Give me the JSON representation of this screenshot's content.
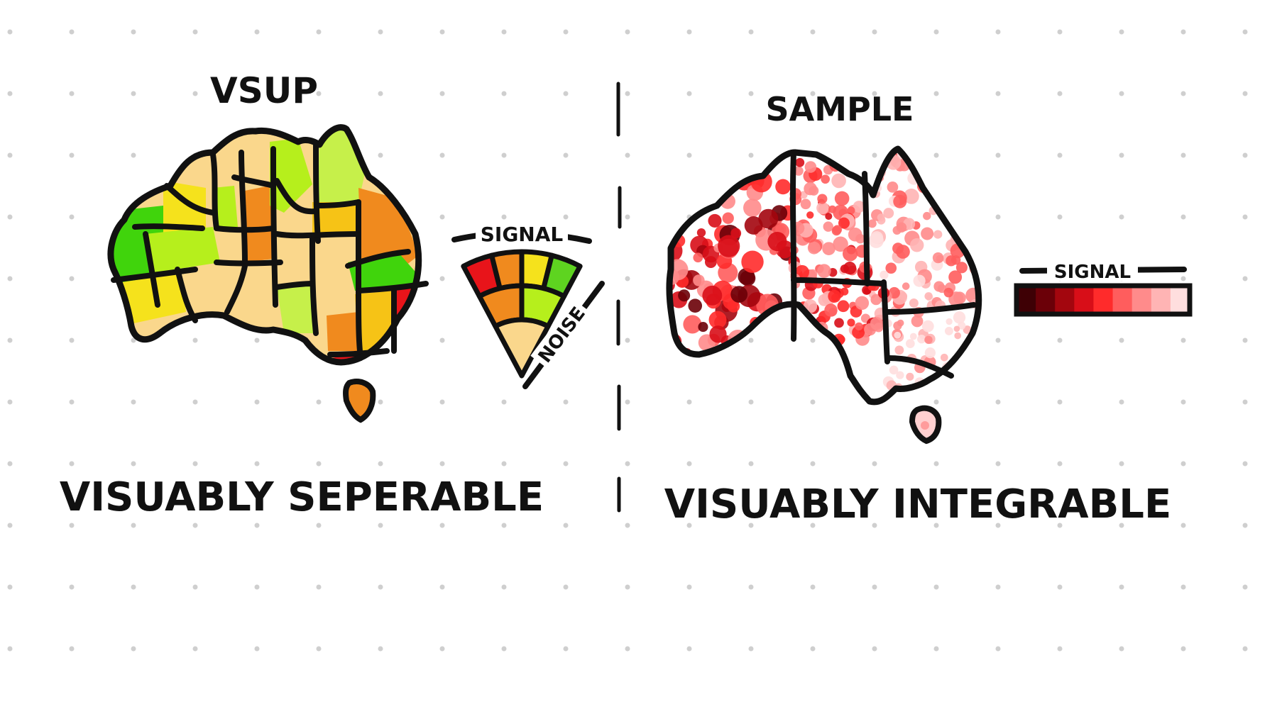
{
  "left_panel": {
    "title": "VSUP",
    "caption": "VISUABLY SEPERABLE",
    "legend": {
      "signal_label": "SIGNAL",
      "noise_label": "NOISE",
      "rows": [
        [
          "#e8141a",
          "#f08a1e",
          "#f5e21c",
          "#5ed420"
        ],
        [
          "#f08a1e",
          "#b6ef1c"
        ],
        [
          "#fad78c"
        ]
      ]
    },
    "region_colors": {
      "green": "#40d40c",
      "lime": "#b6ef1c",
      "yellow": "#f5e21c",
      "gold": "#f6c316",
      "orange": "#f08a1e",
      "red": "#e8141a",
      "tan": "#fad78c",
      "lightgreen": "#c6f04a"
    }
  },
  "divider": {
    "style": "dashed"
  },
  "right_panel": {
    "title": "SAMPLE",
    "caption": "VISUABLY INTEGRABLE",
    "legend": {
      "signal_label": "SIGNAL",
      "colors": [
        "#3e0005",
        "#6b0008",
        "#a3060e",
        "#d80e18",
        "#ff2b2b",
        "#ff5d5d",
        "#ff8b8b",
        "#ffb4b4",
        "#ffdede"
      ]
    }
  },
  "background": {
    "dot_color": "#cfcfcf"
  }
}
